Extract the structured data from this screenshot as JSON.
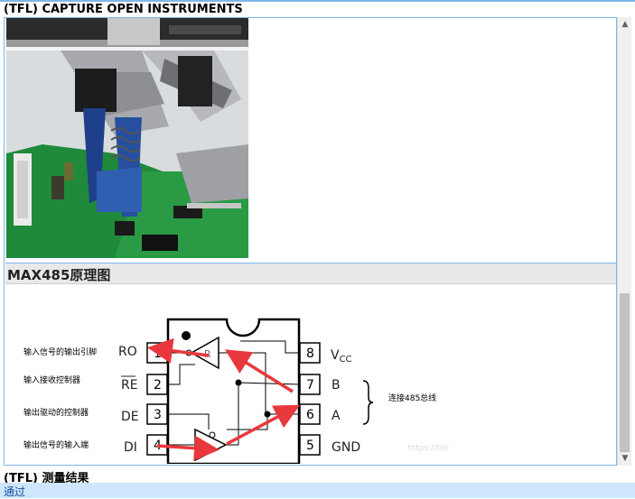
{
  "window": {
    "title": "(TFL) CAPTURE OPEN INSTRUMENTS"
  },
  "section": {
    "heading": "MAX485原理图"
  },
  "schematic": {
    "left_labels": [
      "输入信号的输出引脚",
      "输入接收控制器",
      "输出驱动的控制器",
      "输出信号的输入端"
    ],
    "left_pins": [
      "RO",
      "RE",
      "DE",
      "DI"
    ],
    "left_pin_numbers": [
      "1",
      "2",
      "3",
      "4"
    ],
    "right_pin_numbers": [
      "8",
      "7",
      "6",
      "5"
    ],
    "right_pins": {
      "vcc_main": "V",
      "vcc_sub": "CC",
      "b": "B",
      "a": "A",
      "gnd": "GND"
    },
    "bus_label": "连接485总线",
    "watermark": "https://blo",
    "gate_labels": {
      "receiver": "R",
      "driver": "D"
    },
    "colors": {
      "arrow": "#e8383d",
      "line": "#000000"
    }
  },
  "result": {
    "heading": "(TFL) 测量结果",
    "value": "通过"
  },
  "scrollbar": {
    "up_icon": "▲",
    "down_icon": "▼"
  }
}
